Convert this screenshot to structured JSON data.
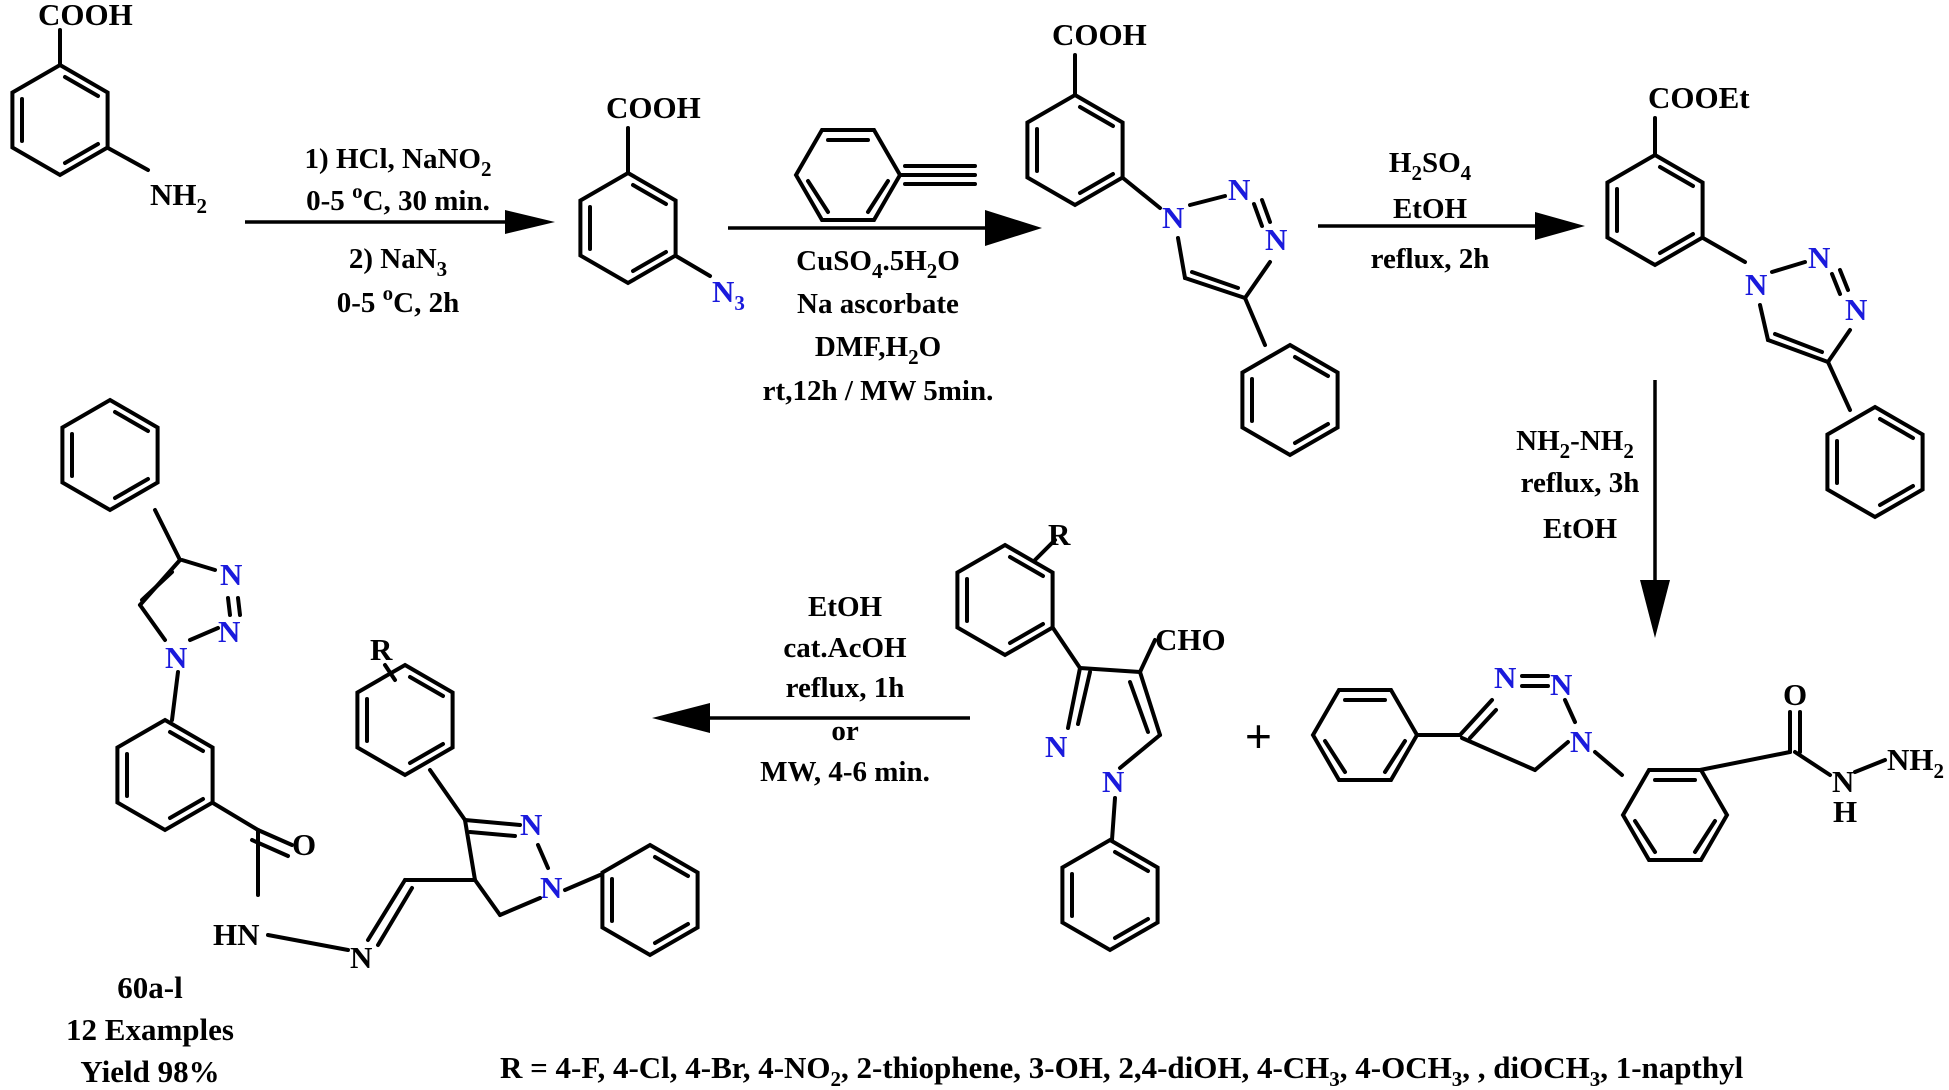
{
  "compounds": {
    "c1": {
      "group": "COOH",
      "sub_main": "NH",
      "sub_idx": "2"
    },
    "c2": {
      "group": "COOH",
      "sub_main": "N",
      "sub_idx": "3"
    },
    "c3": {
      "group": "COOH"
    },
    "c4": {
      "group": "COOEt"
    },
    "c5": {
      "amide_o": "O",
      "nh": "N",
      "h": "H",
      "nh2_main": "NH",
      "nh2_idx": "2"
    },
    "aldehyde": {
      "group": "CHO",
      "r": "R"
    },
    "product": {
      "o": "O",
      "hn": "HN",
      "n": "N",
      "r": "R"
    }
  },
  "atoms": {
    "N": "N"
  },
  "step1": {
    "line1": "1) HCl, NaNO",
    "line1_sub": "2",
    "line2_a": "0-5 ",
    "line2_sup": "o",
    "line2_b": "C, 30 min.",
    "line3": "2) NaN",
    "line3_sub": "3",
    "line4_a": "0-5 ",
    "line4_sup": "o",
    "line4_b": "C, 2h"
  },
  "step2": {
    "line1_a": "CuSO",
    "line1_sub": "4",
    "line1_b": ".5H",
    "line1_sub2": "2",
    "line1_c": "O",
    "line2": "Na ascorbate",
    "line3_a": "DMF,H",
    "line3_sub": "2",
    "line3_b": "O",
    "line4": "rt,12h / MW 5min."
  },
  "step3": {
    "line1_a": "H",
    "line1_sub": "2",
    "line1_b": "SO",
    "line1_sub2": "4",
    "line2": "EtOH",
    "line3": "reflux, 2h"
  },
  "step4": {
    "line1_a": "NH",
    "line1_sub": "2",
    "line1_b": "-NH",
    "line1_sub2": "2",
    "line2": "reflux, 3h",
    "line3": "EtOH"
  },
  "step5": {
    "line1": "EtOH",
    "line2": "cat.AcOH",
    "line3": "reflux, 1h",
    "line4": "or",
    "line5": "MW, 4-6 min."
  },
  "plus": "+",
  "product_info": {
    "code": "60a-l",
    "examples": "12 Examples",
    "yield": "Yield  98%"
  },
  "r_groups": {
    "part1": "R = 4-F, 4-Cl, 4-Br, 4-NO",
    "part1_sub": "2",
    "part2": ", 2-thiophene, 3-OH, 2,4-diOH, 4-CH",
    "part2_sub": "3",
    "part3": ", 4-OCH",
    "part3_sub": "3",
    "part4": ", , diOCH",
    "part4_sub": "3",
    "part5": ", 1-napthyl"
  }
}
